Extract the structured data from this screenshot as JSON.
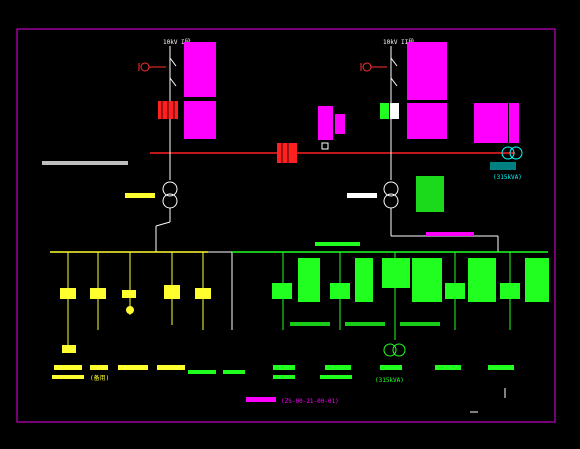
{
  "colors": {
    "background": "#000000",
    "frame": "#c000c0",
    "hv_bus": "#ff2020",
    "lv_left": "#ffff30",
    "lv_right": "#20ff20",
    "hv_equipment": "#ff00ff",
    "wire_white": "#ffffff",
    "cyan": "#00ffff"
  },
  "labels": {
    "feeder_left_top": "10kV I段",
    "feeder_right_top": "10kV II段",
    "transformer_right_rating": "(315kVA)",
    "bottom_label_2": "(备用)",
    "bottom_label_8": "(315kVA)",
    "drawing_number": "(ZS-00-21-00-01)"
  },
  "icons": [
    "transformer-icon",
    "switch-icon",
    "breaker-icon",
    "ground-icon"
  ]
}
